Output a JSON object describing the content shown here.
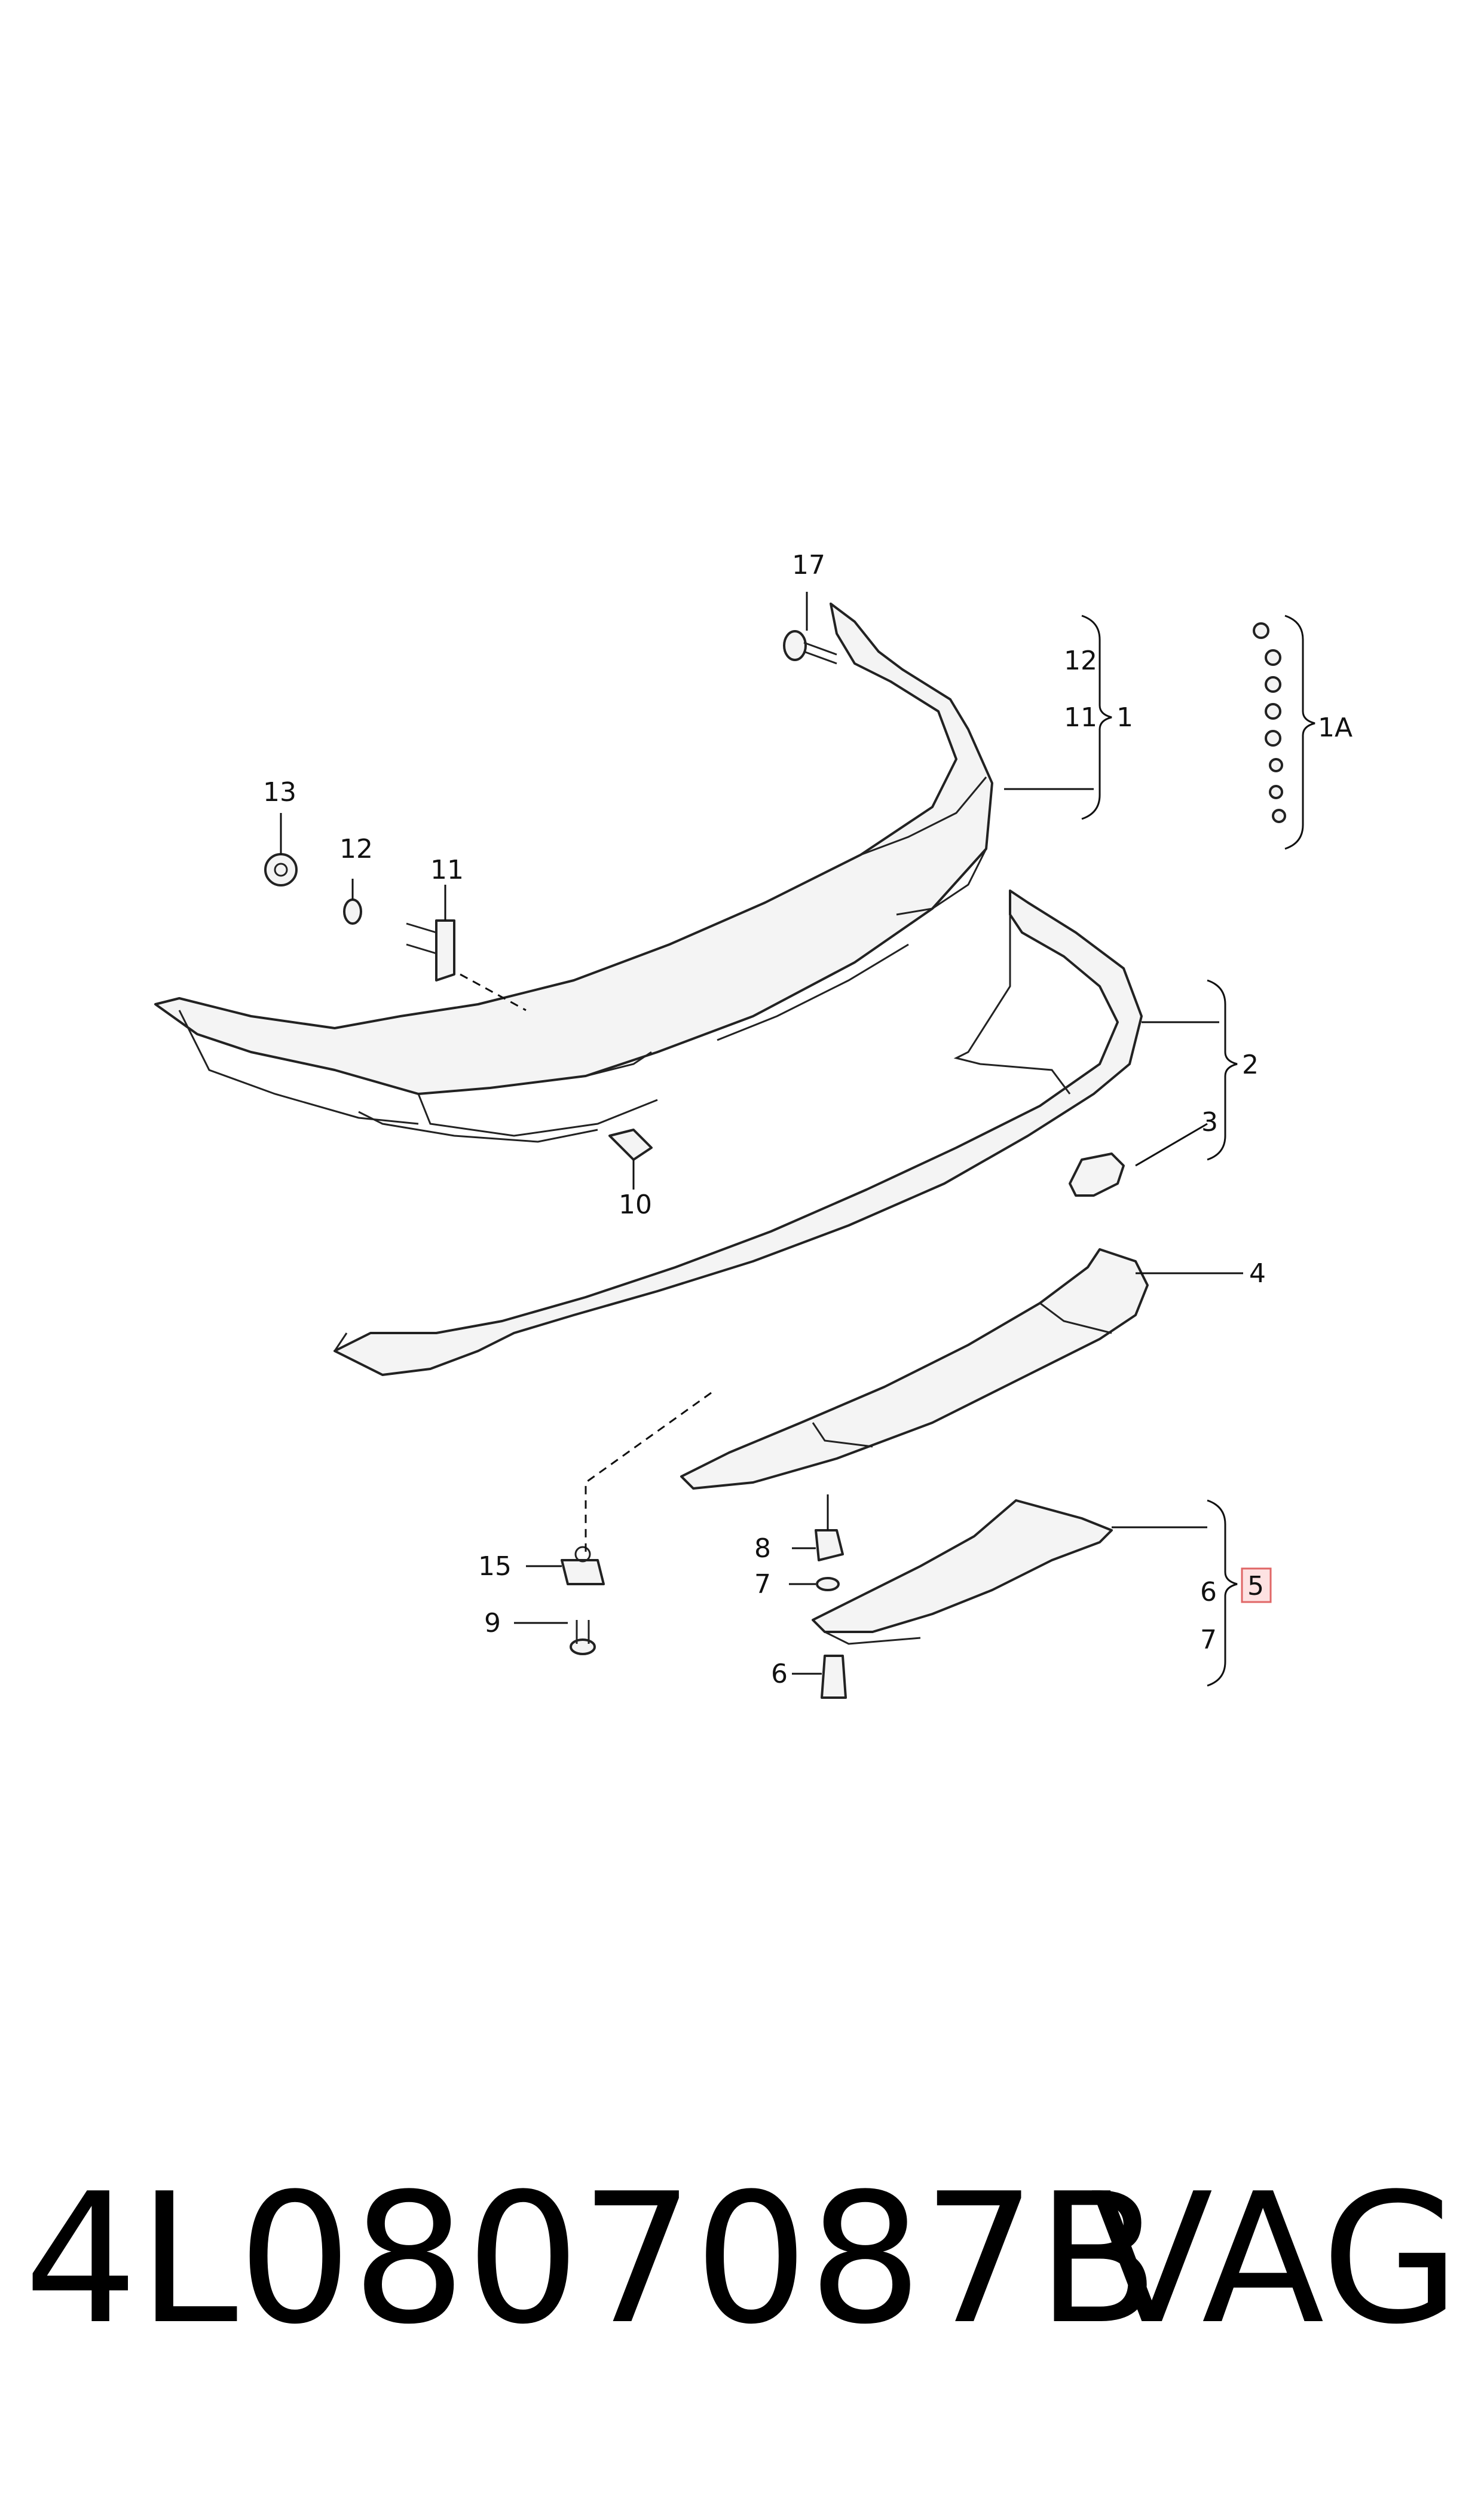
{
  "diagram": {
    "labels": {
      "p17": "17",
      "p12a": "12",
      "p11a": "11",
      "p1": "1",
      "p1A": "1A",
      "p13": "13",
      "p12b": "12",
      "p11b": "11",
      "p2": "2",
      "p3": "3",
      "p10": "10",
      "p4": "4",
      "p15": "15",
      "p9": "9",
      "p8": "8",
      "p7a": "7",
      "p6a": "6",
      "p5": "5",
      "p6b": "6",
      "p7b": "7"
    },
    "highlighted_label": "5"
  },
  "footer": {
    "part_number": "4L0807087B",
    "brand": "VAG"
  }
}
